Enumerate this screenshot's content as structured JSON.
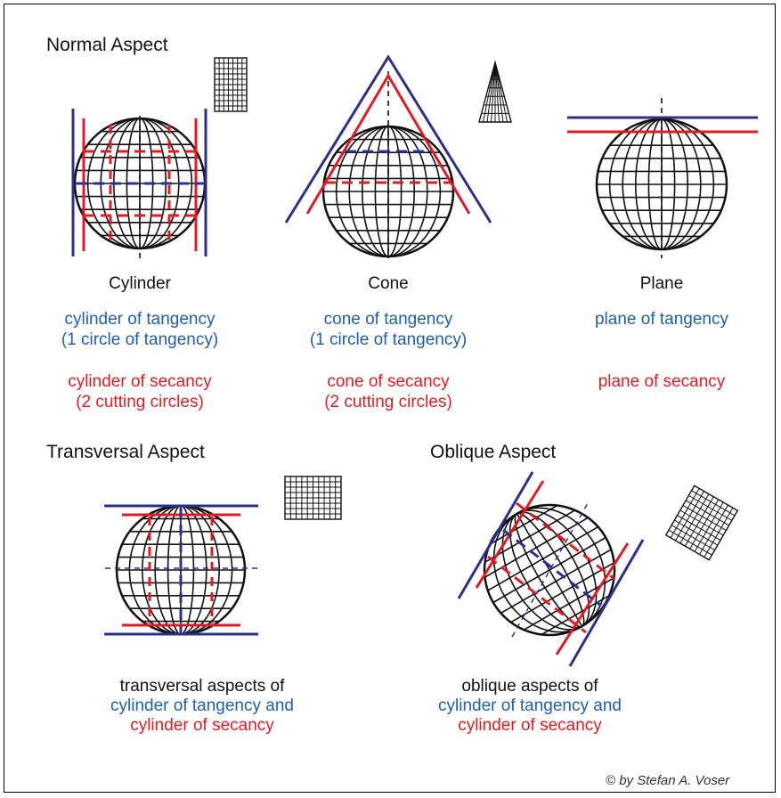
{
  "colors": {
    "black": "#111111",
    "blue": "#2b2f8f",
    "blue_text": "#1e5fae",
    "red": "#e01b23"
  },
  "headings": {
    "normal": "Normal Aspect",
    "transversal": "Transversal Aspect",
    "oblique": "Oblique Aspect"
  },
  "cylinder": {
    "name": "Cylinder",
    "tangency_line1": "cylinder of tangency",
    "tangency_line2": "(1 circle of tangency)",
    "secancy_line1": "cylinder of secancy",
    "secancy_line2": "(2 cutting circles)"
  },
  "cone": {
    "name": "Cone",
    "tangency_line1": "cone of tangency",
    "tangency_line2": "(1 circle of tangency)",
    "secancy_line1": "cone of secancy",
    "secancy_line2": "(2 cutting circles)"
  },
  "plane": {
    "name": "Plane",
    "tangency": "plane of tangency",
    "secancy": "plane of secancy"
  },
  "transversal": {
    "line1": "transversal aspects of",
    "line2": "cylinder of tangency and",
    "line3": "cylinder of secancy"
  },
  "oblique": {
    "line1": "oblique aspects of",
    "line2": "cylinder of tangency and",
    "line3": "cylinder of secancy"
  },
  "credit": "© by Stefan A. Voser"
}
